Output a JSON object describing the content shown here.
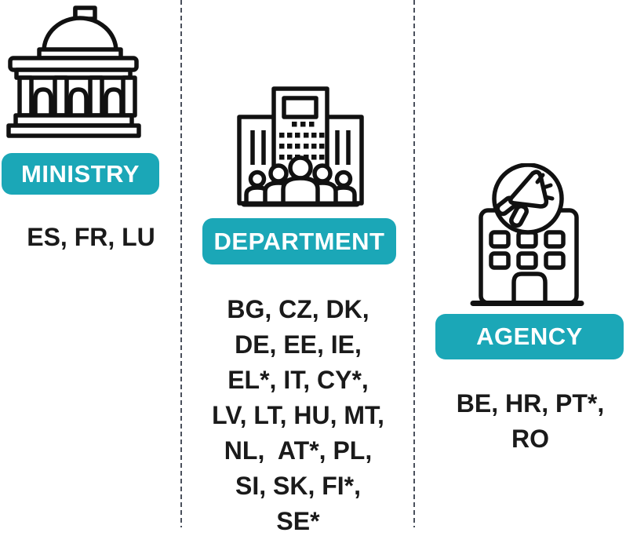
{
  "diagram": {
    "columns": [
      {
        "id": "ministry",
        "icon": "government-building-icon",
        "label": "MINISTRY",
        "country_lines": [
          "ES, FR, LU"
        ]
      },
      {
        "id": "department",
        "icon": "office-building-people-icon",
        "label": "DEPARTMENT",
        "country_lines": [
          "BG, CZ, DK,",
          "DE, EE, IE,",
          "EL*, IT, CY*,",
          "LV, LT, HU, MT,",
          "NL,  AT*, PL,",
          "SI, SK, FI*,",
          "SE*"
        ]
      },
      {
        "id": "agency",
        "icon": "building-megaphone-icon",
        "label": "AGENCY",
        "country_lines": [
          "BE, HR, PT*,",
          "RO"
        ]
      }
    ],
    "colors": {
      "badge_background": "#1BA7B7",
      "badge_text": "#FFFFFF",
      "country_text": "#1A1A1A",
      "icon_stroke": "#111111",
      "divider": "#4A505C"
    }
  }
}
